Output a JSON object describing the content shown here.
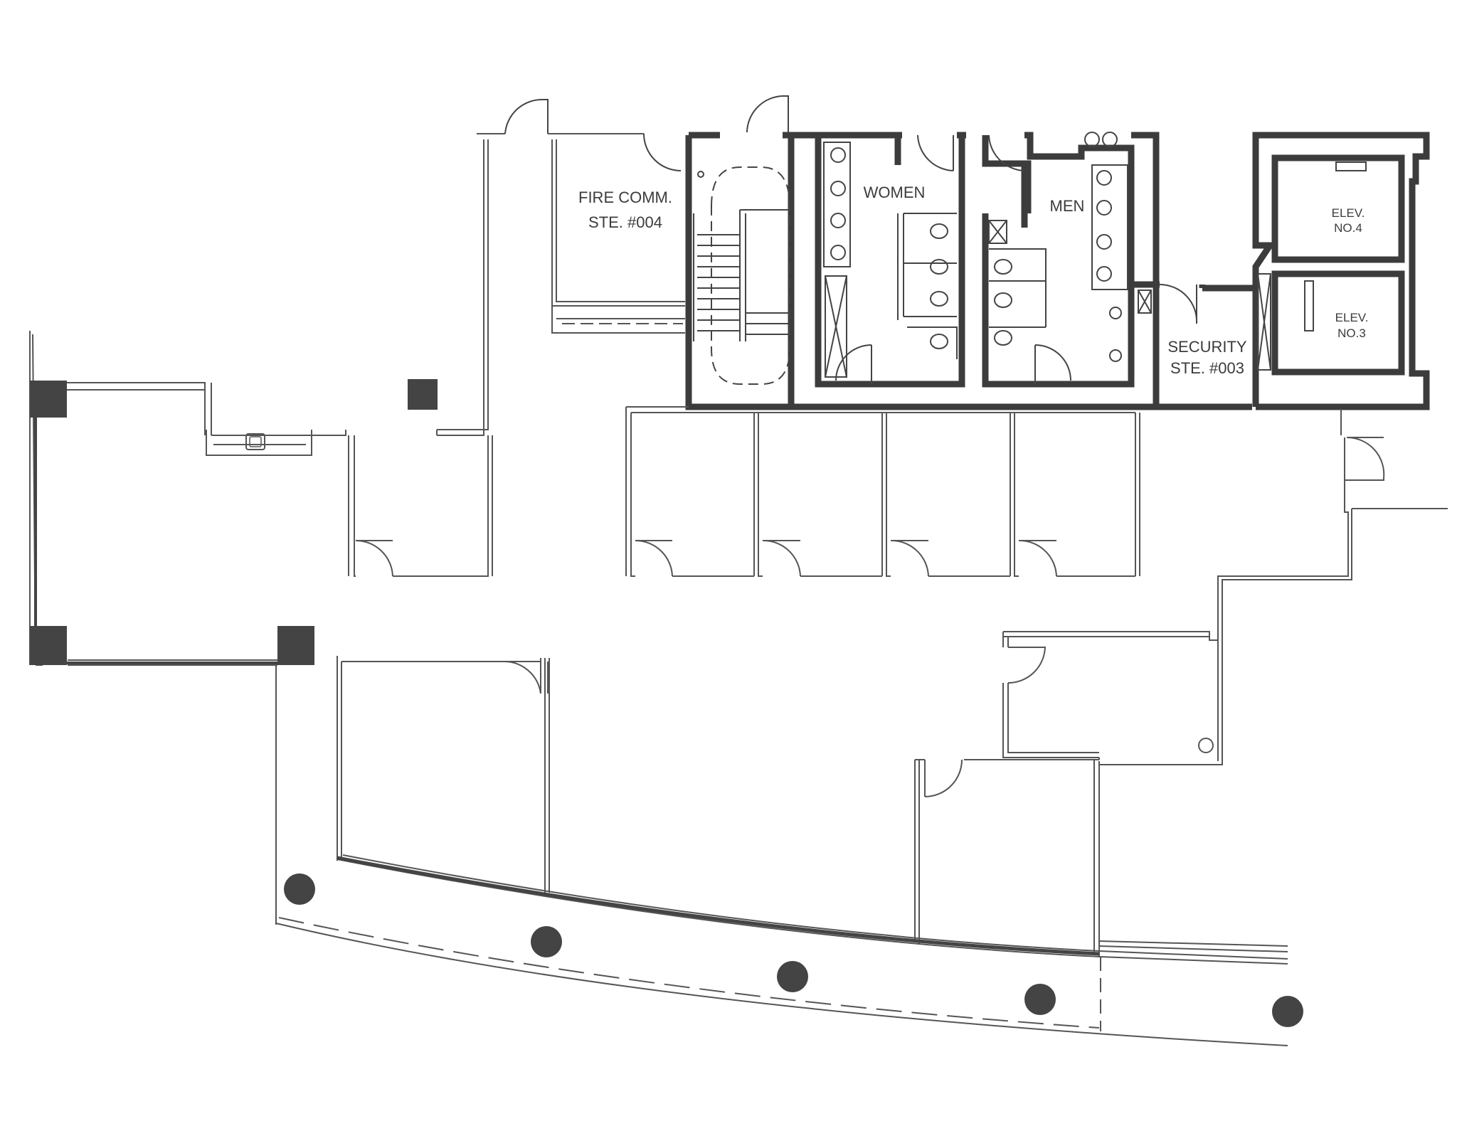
{
  "rooms": {
    "fire_comm": {
      "line1": "FIRE COMM.",
      "line2": "STE. #004"
    },
    "women": {
      "label": "WOMEN"
    },
    "men": {
      "label": "MEN"
    },
    "security": {
      "line1": "SECURITY",
      "line2": "STE. #003"
    },
    "elev4": {
      "line1": "ELEV.",
      "line2": "NO.4"
    },
    "elev3": {
      "line1": "ELEV.",
      "line2": "NO.3"
    }
  },
  "colors": {
    "wall": "#3c3c3c",
    "thin_line": "#555555",
    "column": "#444444",
    "background": "#ffffff"
  }
}
